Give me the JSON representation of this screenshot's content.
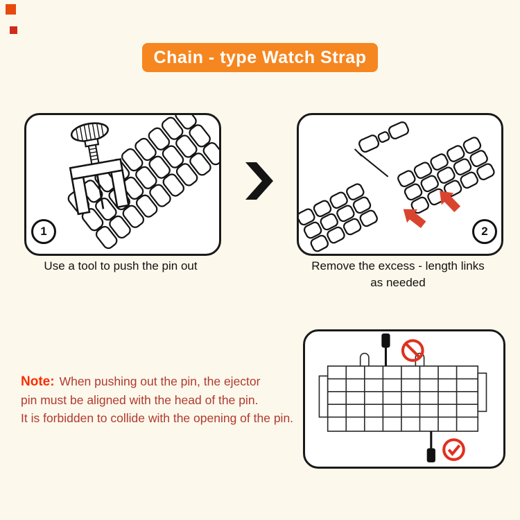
{
  "page": {
    "background": "#fdf8ec"
  },
  "banner": {
    "title": "Chain - type Watch Strap",
    "bg": "#f6861f",
    "text_color": "#ffffff"
  },
  "steps": [
    {
      "number": "1",
      "caption": "Use a tool to push the pin out"
    },
    {
      "number": "2",
      "caption_line1": "Remove the excess - length links",
      "caption_line2": "as needed"
    }
  ],
  "note": {
    "label": "Note:",
    "line1": "When pushing out the pin, the ejector",
    "line2": "pin must be aligned with the head of the pin.",
    "line3": "It is forbidden to collide with the opening of the pin."
  },
  "icons": {
    "next_arrow": "chevron-right",
    "prohibited": "no-collision-sign",
    "check": "correct-sign",
    "red_arrows": "push-direction-arrows"
  },
  "colors": {
    "banner_bg": "#f6861f",
    "note_label": "#fb2d00",
    "note_text": "#b03a2e",
    "accent_red": "#d9442f",
    "panel_border": "#1a1a1a",
    "background": "#fdf8ec"
  }
}
